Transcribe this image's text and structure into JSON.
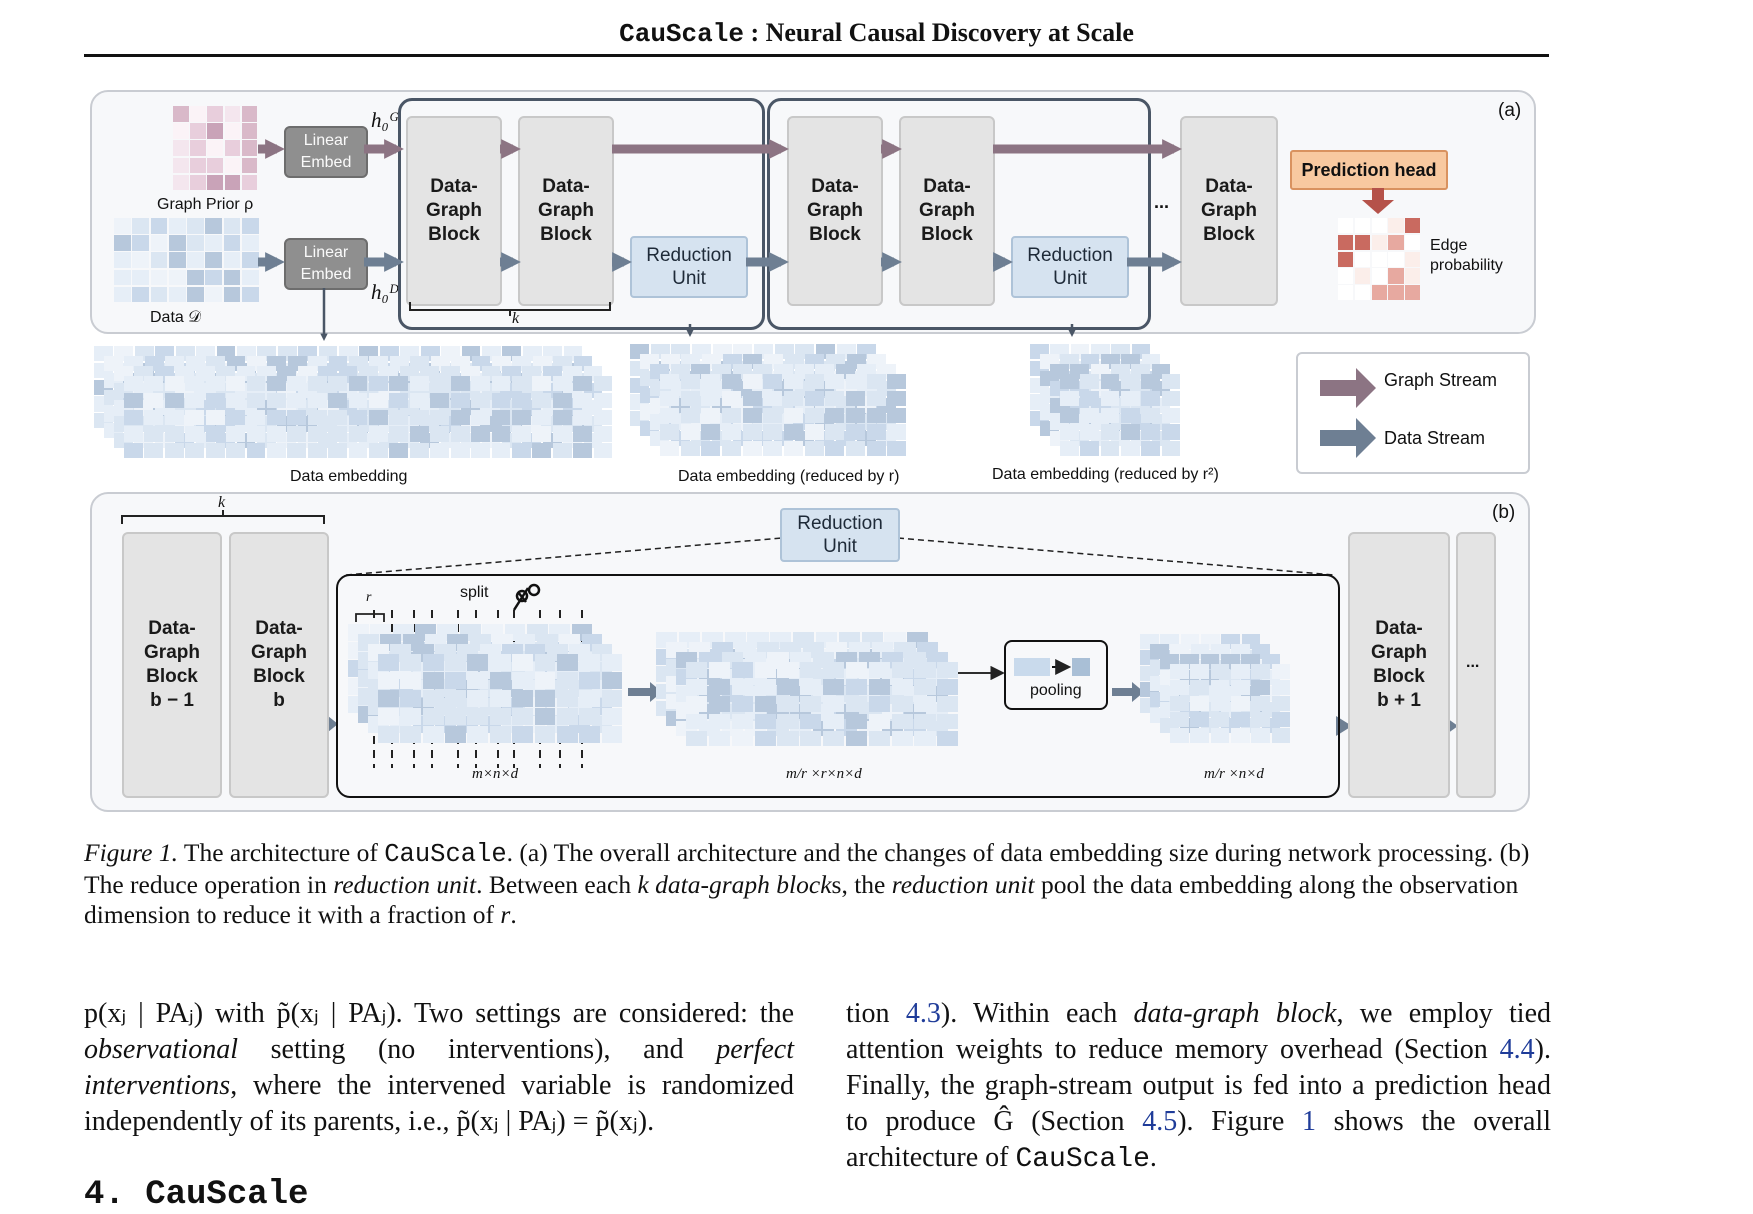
{
  "header": {
    "app_name": "CauScale",
    "title_rest": " : Neural Causal Discovery at Scale"
  },
  "figure": {
    "panel_a": {
      "tag": "(a)",
      "graph_prior_label": "Graph Prior ρ",
      "data_label": "Data 𝒟",
      "linear_embed": "Linear\nEmbed",
      "h_graph": "h₀ᴳ",
      "h_data": "h₀ᴰ",
      "data_graph_block": "Data-\nGraph\nBlock",
      "reduction_unit": "Reduction\nUnit",
      "ellipsis": "...",
      "k": "k",
      "prediction_head": "Prediction head",
      "edge_probability": "Edge\nprobability",
      "embed_labels": [
        "Data embedding",
        "Data embedding (reduced by r)",
        "Data embedding (reduced by r²)"
      ],
      "legend": {
        "graph_stream": "Graph Stream",
        "data_stream": "Data Stream"
      },
      "colors": {
        "graph_stream": "#8c7483",
        "data_stream": "#6e7f93",
        "prediction_head": "#f8c9a0"
      }
    },
    "panel_b": {
      "tag": "(b)",
      "k": "k",
      "reduction_unit": "Reduction\nUnit",
      "block_prev": "Data-\nGraph\nBlock\nb − 1",
      "block_cur": "Data-\nGraph\nBlock\nb",
      "block_next": "Data-\nGraph\nBlock\nb + 1",
      "ellipsis": "...",
      "r": "r",
      "split": "split",
      "pooling": "pooling",
      "dim1": "m×n×d",
      "dim2": "m/r ×r×n×d",
      "dim3": "m/r ×n×d"
    },
    "caption": {
      "label": "Figure 1.",
      "t1": " The architecture of ",
      "code": "CauScale",
      "t2": ". (a) The overall architecture and the changes of data embedding size during network processing. (b) The reduce operation in ",
      "em1": "reduction unit",
      "t3": ". Between each ",
      "em2": "k data-graph block",
      "t4": "s, the ",
      "em3": "reduction unit",
      "t5": " pool the data embedding along the observation dimension to reduce it with a fraction of ",
      "em4": "r",
      "t6": "."
    }
  },
  "body": {
    "left": {
      "t1": "p(xⱼ | PAⱼ) with p̃(xⱼ | PAⱼ). Two settings are considered: the ",
      "em1": "observational",
      "t2": " setting (no interventions), and ",
      "em2": "perfect interventions",
      "t3": ", where the intervened variable is randomized independently of its parents, i.e., p̃(xⱼ | PAⱼ) = p̃(xⱼ)."
    },
    "right": {
      "t1": "tion ",
      "ref1": "4.3",
      "t2": "). Within each ",
      "em1": "data-graph block",
      "t3": ", we employ tied attention weights to reduce memory overhead (Section ",
      "ref2": "4.4",
      "t4": "). Finally, the graph-stream output is fed into a prediction head to produce Ĝ (Section ",
      "ref3": "4.5",
      "t5": "). Figure ",
      "ref4": "1",
      "t6": " shows the overall architecture of ",
      "code": "CauScale",
      "t7": "."
    },
    "section_heading": "4. CauScale"
  }
}
